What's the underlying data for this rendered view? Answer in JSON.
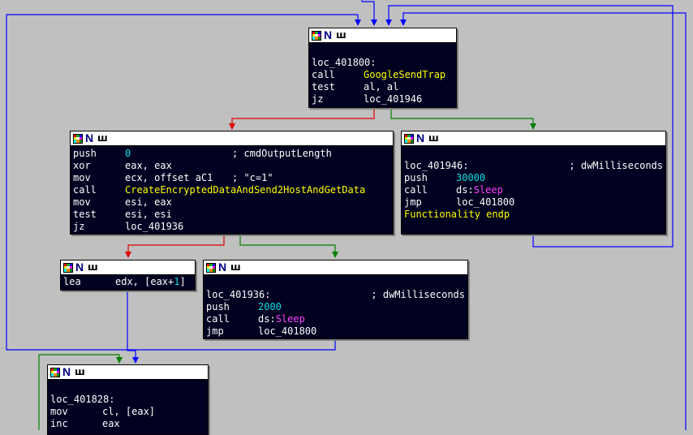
{
  "nodes": {
    "n401800": {
      "lines": [
        {
          "text": "loc_401800:"
        },
        {
          "mn": "call",
          "op": "GoogleSendTrap",
          "op_class": "yel"
        },
        {
          "mn": "test",
          "op": "al, al"
        },
        {
          "mn": "jz",
          "op": "loc_401946"
        }
      ]
    },
    "nsend": {
      "lines": [
        {
          "mn": "push",
          "op": "0",
          "op_class": "cy",
          "comment": "; cmdOutputLength"
        },
        {
          "mn": "xor",
          "op": "eax, eax"
        },
        {
          "mn": "mov",
          "op": "ecx, offset aC1",
          "comment": "; \"c=1\""
        },
        {
          "mn": "call",
          "op": "CreateEncryptedDataAndSend2HostAndGetData",
          "op_class": "yel"
        },
        {
          "mn": "mov",
          "op": "esi, eax"
        },
        {
          "mn": "test",
          "op": "esi, esi"
        },
        {
          "mn": "jz",
          "op": "loc_401936"
        }
      ]
    },
    "n401946": {
      "lines": [
        {
          "text": "loc_401946:",
          "comment": "; dwMilliseconds"
        },
        {
          "mn": "push",
          "op": "30000",
          "op_class": "cy"
        },
        {
          "mn": "call",
          "op_pre": "ds:",
          "op": "Sleep",
          "op_class": "mag"
        },
        {
          "mn": "jmp",
          "op": "loc_401800"
        },
        {
          "text": "Functionality endp",
          "text_class": "yel"
        }
      ]
    },
    "nlea": {
      "lines": [
        {
          "mn": "lea",
          "op_pre": "edx, [eax+",
          "op": "1",
          "op_class": "cy",
          "op_post": "]"
        }
      ]
    },
    "n401936": {
      "lines": [
        {
          "text": "loc_401936:",
          "comment": "; dwMilliseconds"
        },
        {
          "mn": "push",
          "op": "2000",
          "op_class": "cy"
        },
        {
          "mn": "call",
          "op_pre": "ds:",
          "op": "Sleep",
          "op_class": "mag"
        },
        {
          "mn": "jmp",
          "op": "loc_401800"
        }
      ]
    },
    "n401828": {
      "lines": [
        {
          "text": "loc_401828:"
        },
        {
          "mn": "mov",
          "op": "cl, [eax]"
        },
        {
          "mn": "inc",
          "op": "eax"
        }
      ]
    }
  },
  "colors": {
    "background": "#c0c0c0",
    "node_bg": "#000020",
    "true_edge": "#008000",
    "false_edge": "#e00000",
    "uncond_edge": "#0000ff",
    "symbol": "#ffff00",
    "number": "#00e0e0",
    "import": "#ff40ff"
  }
}
